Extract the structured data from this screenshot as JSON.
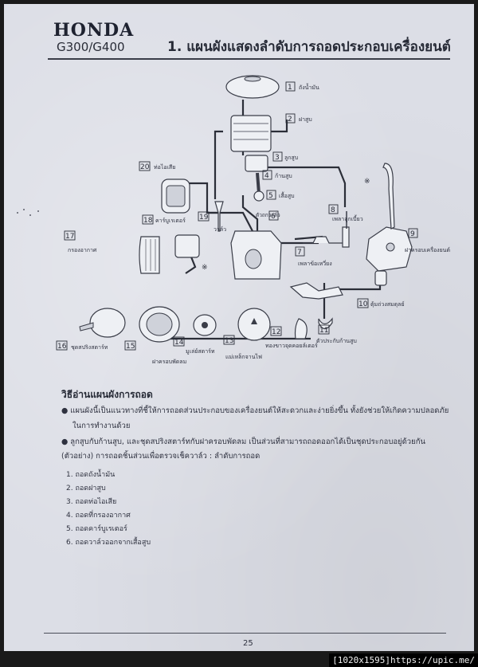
{
  "header": {
    "brand": "HONDA",
    "model": "G300/G400",
    "title": "1. แผนผังแสดงลำดับการถอดประกอบเครื่องยนต์"
  },
  "parts": [
    {
      "no": "1",
      "label": "ถังน้ำมัน"
    },
    {
      "no": "2",
      "label": "ฝาสูบ"
    },
    {
      "no": "3",
      "label": "ลูกสูบ"
    },
    {
      "no": "4",
      "label": "ก้านสูบ"
    },
    {
      "no": "5",
      "label": "เสื้อสูบ"
    },
    {
      "no": "6",
      "label": "ตัวถกวาล์ว"
    },
    {
      "no": "7",
      "label": "เพลาข้อเหวี่ยง"
    },
    {
      "no": "8",
      "label": "เพลาลูกเบี้ยว"
    },
    {
      "no": "9",
      "label": "ฝาครอบเครื่องยนต์"
    },
    {
      "no": "10",
      "label": "ตุ้มถ่วงสมดุลย์"
    },
    {
      "no": "11",
      "label": "ตัวประกับก้านสูบ"
    },
    {
      "no": "12",
      "label": "ทองขาวจุดคอยล์เตอร์"
    },
    {
      "no": "13",
      "label": "แม่เหล็กจานไฟ"
    },
    {
      "no": "14",
      "label": "มูเล่ย์สตาร์ท"
    },
    {
      "no": "15",
      "label": "ฝาครอบพัดลม"
    },
    {
      "no": "16",
      "label": "ชุดสปริงสตาร์ท"
    },
    {
      "no": "17",
      "label": "กรองอากาศ"
    },
    {
      "no": "18",
      "label": "คาร์บูเรเตอร์"
    },
    {
      "no": "19",
      "label": "วาล์ว"
    },
    {
      "no": "20",
      "label": "ท่อไอเสีย"
    }
  ],
  "asterisk": "※",
  "section": {
    "title": "วิธีอ่านแผนผังการถอด",
    "bullet1_line1": "● แผนผังนี้เป็นแนวทางที่ชี้ให้การถอดส่วนประกอบของเครื่องยนต์ให้สะดวกและง่ายยิ่งขึ้น  ทั้งยังช่วยให้เกิดความปลอดภัย",
    "bullet1_line2": "ในการทำงานด้วย",
    "bullet2_line1": "● ลูกสูบกับก้านสูบ, และชุดสปริงสตาร์ทกับฝาครอบพัดลม เป็นส่วนที่สามารถถอดออกได้เป็นชุดประกอบอยู่ด้วยกัน",
    "bullet2_line2": "(ตัวอย่าง)  การถอดชิ้นส่วนเพื่อตรวจเช็ควาล์ว : ลำดับการถอด",
    "steps": [
      "1. ถอดถังน้ำมัน",
      "2. ถอดฝาสูบ",
      "3. ถอดท่อไอเสีย",
      "4. ถอดที่กรองอากาศ",
      "5. ถอดคาร์บูเรเตอร์",
      "6. ถอดวาล์วออกจากเสื้อสูบ"
    ]
  },
  "page_number": "25",
  "watermark": "[1020x1595]https://upic.me/"
}
